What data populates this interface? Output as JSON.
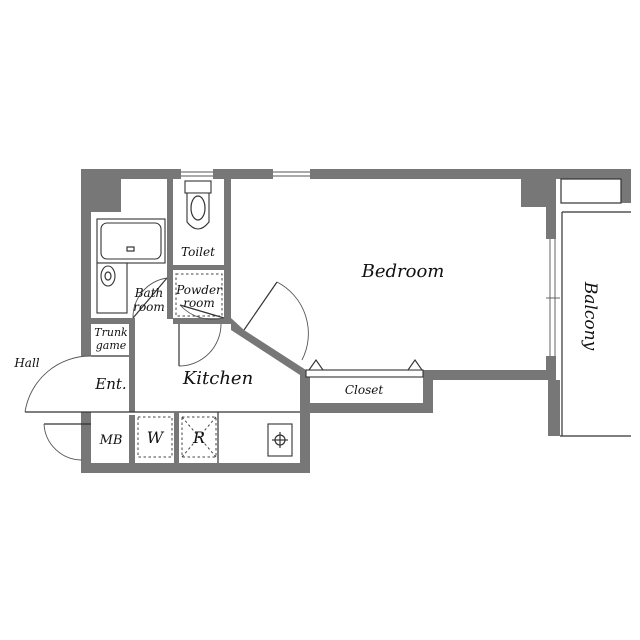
{
  "rooms": {
    "bedroom": "Bedroom",
    "balcony": "Balcony",
    "closet": "Closet",
    "kitchen": "Kitchen",
    "toilet": "Toilet",
    "bath_line1": "Bath",
    "bath_line2": "room",
    "powder_line1": "Powder",
    "powder_line2": "room",
    "trunk_line1": "Trunk",
    "trunk_line2": "game",
    "entrance": "Ent.",
    "hall": "Hall",
    "mb": "MB",
    "washer": "W",
    "refrigerator": "R"
  },
  "colors": {
    "wall": "#777777",
    "line": "#333333"
  }
}
